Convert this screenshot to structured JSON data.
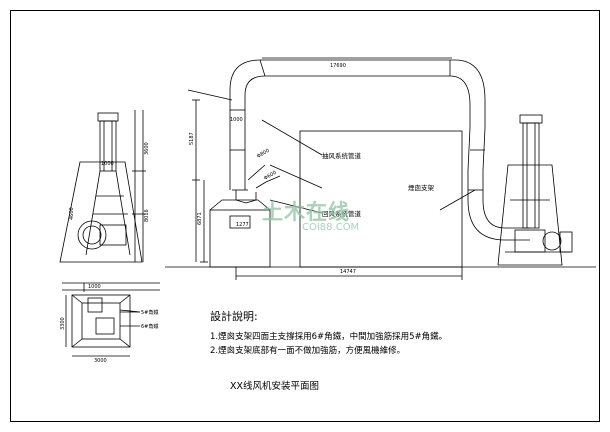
{
  "notes": {
    "title": "設計說明:",
    "items": [
      "1.煙囪支架四面主支撐採用6#角鐵，中間加強筋採用5#角鐵。",
      "2.煙囪支架底部有一面不做加強筋，方便風機維修。"
    ]
  },
  "drawing_title": "XX线风机安装平面图",
  "watermark": {
    "main": "土木在线",
    "sub": "COI88.COM"
  },
  "labels": {
    "exhaust_pipe": "抽风系统管道",
    "return_pipe": "回风系统管道",
    "chimney_support": "煙囱支架",
    "angle_5": "5#角鐵",
    "angle_6": "6#角鐵"
  },
  "dimensions": {
    "top_span": "17690",
    "bottom_span": "14747",
    "left_height": "5187",
    "mid_height": "6871",
    "pipe_1000": "1000",
    "pipe_800": "Φ800",
    "pipe_600": "Φ600",
    "box_1277": "1277",
    "side_1000": "1000",
    "side_3600": "3600",
    "side_4600": "4600",
    "side_8016": "8016",
    "plan_1000": "1000",
    "plan_3300": "3300",
    "plan_3000": "3000"
  },
  "colors": {
    "line": "#000000",
    "watermark": "#8fc4a2"
  }
}
